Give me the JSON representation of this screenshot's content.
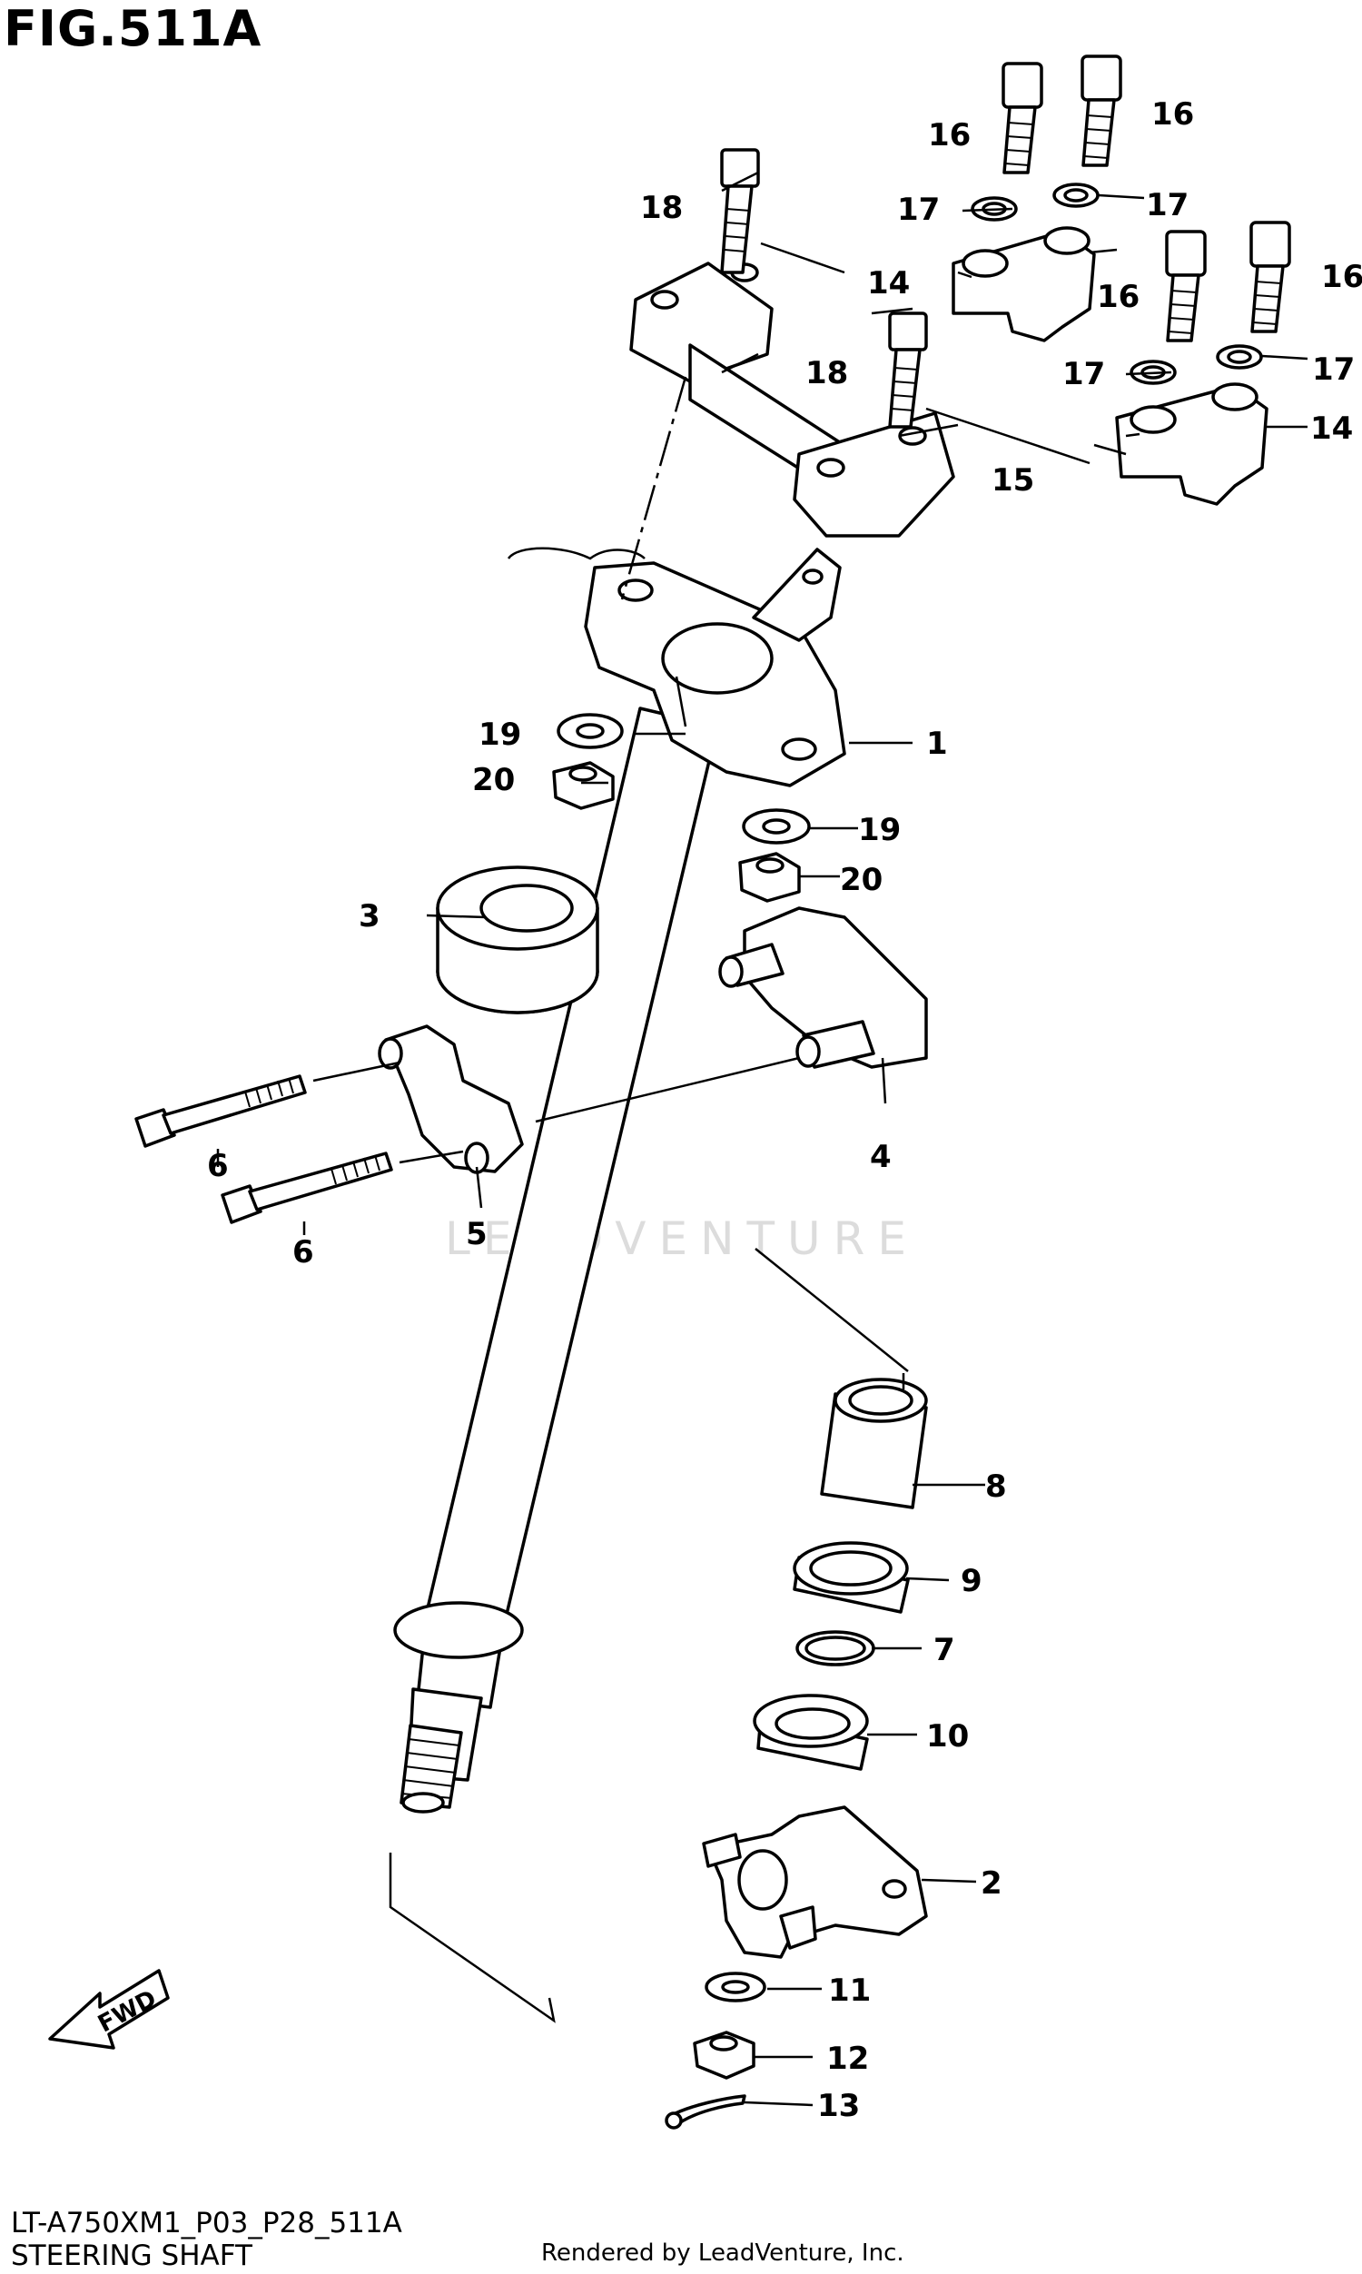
{
  "figure_title": "FIG.511A",
  "model_code": "LT-A750XM1_P03_P28_511A",
  "section_name": "STEERING SHAFT",
  "render_credit": "Rendered by LeadVenture, Inc.",
  "watermark": "LEADVENTURE",
  "fwd_label": "FWD",
  "callouts": {
    "c1": "1",
    "c2": "2",
    "c3": "3",
    "c4": "4",
    "c5": "5",
    "c6a": "6",
    "c6b": "6",
    "c7": "7",
    "c8": "8",
    "c9": "9",
    "c10": "10",
    "c11": "11",
    "c12": "12",
    "c13": "13",
    "c14a": "14",
    "c14b": "14",
    "c15": "15",
    "c16a": "16",
    "c16b": "16",
    "c16c": "16",
    "c16d": "16",
    "c17a": "17",
    "c17b": "17",
    "c17c": "17",
    "c17d": "17",
    "c18a": "18",
    "c18b": "18",
    "c19a": "19",
    "c19b": "19",
    "c20a": "20",
    "c20b": "20"
  }
}
